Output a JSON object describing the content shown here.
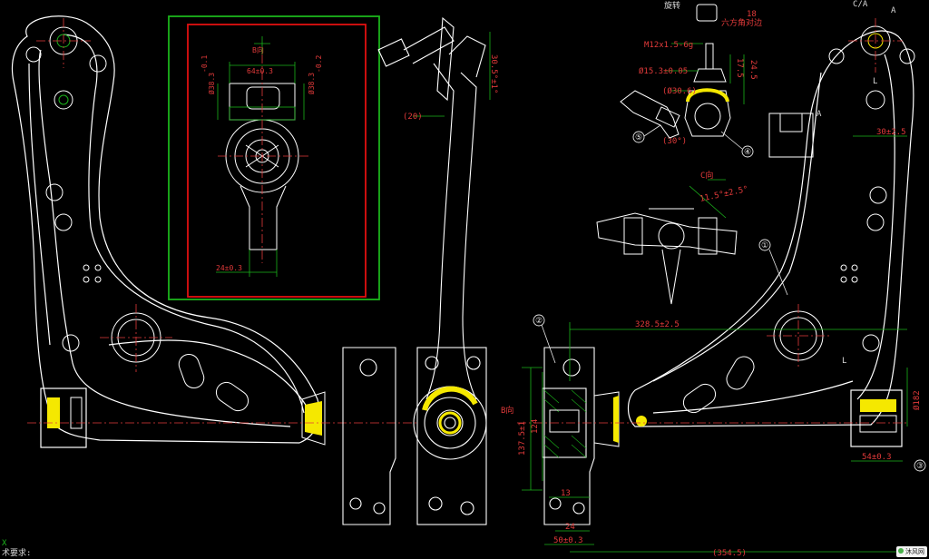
{
  "drawing": {
    "colors": {
      "background": "#000000",
      "outline": "#ffffff",
      "centerline": "#e23a3a",
      "dimension": "#2ecc40",
      "highlight": "#f5e800",
      "frame_outer": "#1bb31b",
      "frame_inner": "#e01010"
    },
    "section_labels": {
      "b_view": "B向",
      "b_dir": "B向",
      "c_view": "C向",
      "rotate": "旋转"
    },
    "inset_dims": {
      "width_top": "64±0.3",
      "dia_left": "Ø38.3",
      "dia_right": "Ø38.3",
      "tol_top": "-0.1",
      "tol_bottom": "-0.2",
      "bottom": "24±0.3"
    },
    "side_dims": {
      "paren_20": "(20)",
      "angle": "30.5°±1°"
    },
    "ball_joint_dims": {
      "hex_nut": "六方角对边",
      "hex_size": "18",
      "thread": "M12x1.5-6g",
      "dia_15": "Ø15.3±0.05",
      "dia_30": "(Ø30.6)",
      "h_17": "17.5",
      "h_24": "24.5",
      "paren_30": "(30°)"
    },
    "c_view_dims": {
      "angle": "11.5°±2.5°"
    },
    "right_dims": {
      "top_30": "30±2.5",
      "span_328": "328.5±2.5",
      "v_137": "137.5±1",
      "v_124": "124",
      "w_13": "13",
      "w_24": "24",
      "w_50": "50±0.3",
      "span_354": "(354.5)",
      "dia_bush": "Ø182",
      "w_54": "54±0.3",
      "letter_A": "A",
      "letter_L": "L",
      "letter_a": "A",
      "c_a": "C/A"
    },
    "balloons": [
      "①",
      "②",
      "③",
      "④",
      "⑤"
    ],
    "footer_text": "术要求:",
    "corner_mark": "X",
    "watermark": "沐风网"
  }
}
